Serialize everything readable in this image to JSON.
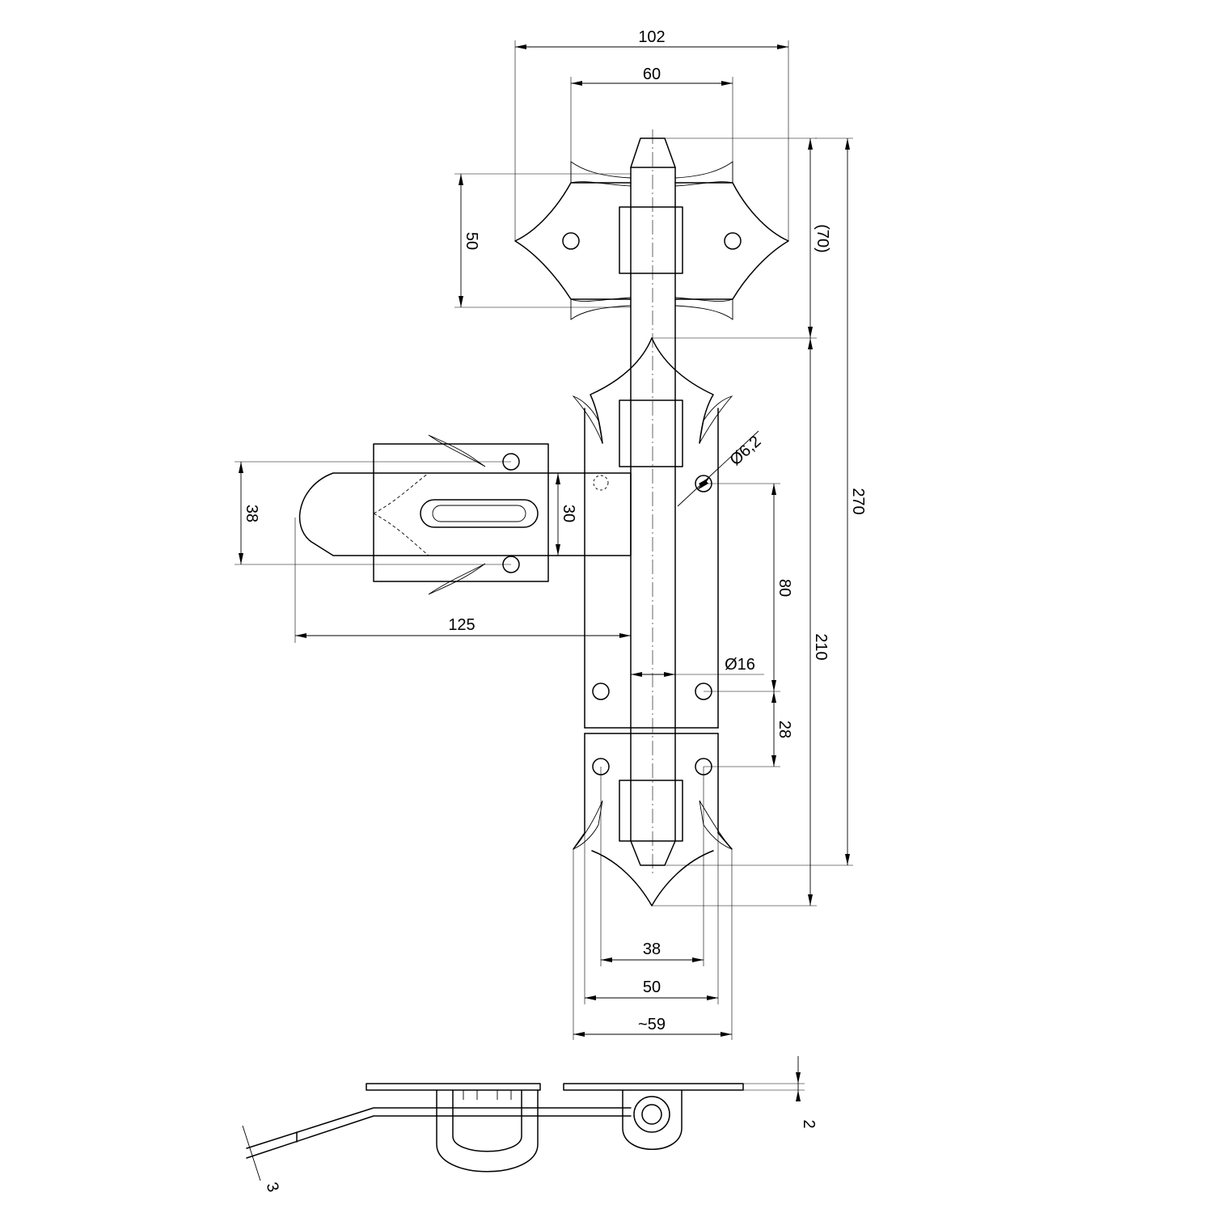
{
  "drawing": {
    "dimensions": {
      "top_overall_width": "102",
      "top_hole_spacing": "60",
      "top_plate_height": "50",
      "bolt_top_length": "(70)",
      "overall_length": "270",
      "plate_length": "210",
      "hole_diameter": "Ø6,2",
      "hasp_height": "38",
      "slot_width": "30",
      "hasp_length": "125",
      "hole_spacing_vertical": "80",
      "bolt_diameter": "Ø16",
      "hole_spacing_short": "28",
      "bottom_hole_spacing": "38",
      "bottom_plate_width": "50",
      "bottom_overall_width": "~59",
      "side_thickness_plate": "2",
      "side_thickness_hasp": "3"
    }
  }
}
